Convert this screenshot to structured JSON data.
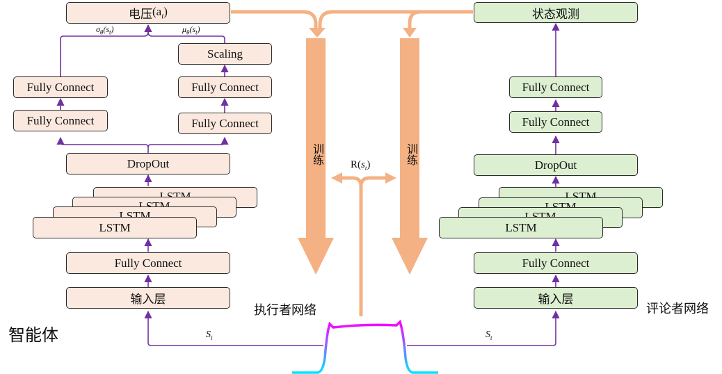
{
  "actor": {
    "output_label": "电压",
    "output_var": "(a",
    "output_sub": "t",
    "output_close": ")",
    "sigma_label": "σ",
    "sigma_sub": "θ",
    "sigma_arg": "(s",
    "sigma_arg_sub": "t",
    "sigma_close": ")",
    "mu_label": "μ",
    "mu_sub": "θ",
    "mu_arg": "(s",
    "mu_arg_sub": "t",
    "mu_close": ")",
    "scaling": "Scaling",
    "fc_left_top": "Fully Connect",
    "fc_left_bottom": "Fully Connect",
    "fc_right_top": "Fully Connect",
    "fc_right_bottom": "Fully Connect",
    "dropout": "DropOut",
    "lstm_layers": [
      "LSTM",
      "LSTM",
      "LSTM",
      "LSTM"
    ],
    "fc_input": "Fully Connect",
    "input_layer": "输入层",
    "network_label": "执行者网络"
  },
  "critic": {
    "output_label": "状态观测",
    "fc_top": "Fully Connect",
    "fc_mid": "Fully Connect",
    "dropout": "DropOut",
    "lstm_layers": [
      "LSTM",
      "LSTM",
      "LSTM",
      "LSTM"
    ],
    "fc_input": "Fully Connect",
    "input_layer": "输入层",
    "network_label": "评论者网络"
  },
  "center": {
    "train_left": "训练",
    "train_right": "训练",
    "reward_label": "R(",
    "reward_var": "s",
    "reward_sub": "t",
    "reward_close": ")"
  },
  "agent_label": "智能体",
  "state_left": "S",
  "state_left_sub": "t",
  "state_right": "S",
  "state_right_sub": "t",
  "colors": {
    "actor_fill": "#fbe9df",
    "critic_fill": "#dcefd1",
    "arrow_purple": "#7030a0",
    "train_orange": "#f4b183",
    "signal_top": "#ff00ff",
    "signal_bottom": "#00e5ff"
  }
}
